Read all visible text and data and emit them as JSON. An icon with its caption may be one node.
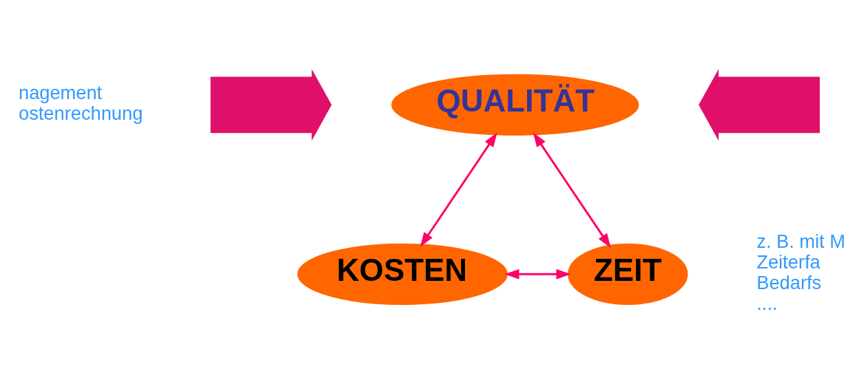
{
  "diagram": {
    "nodes": [
      {
        "text": [
          "QUALITÄT"
        ]
      },
      {
        "text": [
          "KOSTEN"
        ]
      },
      {
        "text": [
          "ZEIT"
        ]
      },
      {
        "text": [],
        "shape": "arrow"
      },
      {
        "text": [],
        "shape": "arrow"
      }
    ],
    "edges": [
      {
        "from": 0,
        "to": 1,
        "arrow": "both"
      },
      {
        "from": 0,
        "to": 2,
        "arrow": "both"
      },
      {
        "from": 1,
        "to": 2,
        "arrow": "both"
      }
    ],
    "labels": [
      "nagement",
      "ostenrechnung",
      "z. B. mit M",
      "Zeiterfa",
      "Bedarfs",
      "...."
    ]
  }
}
